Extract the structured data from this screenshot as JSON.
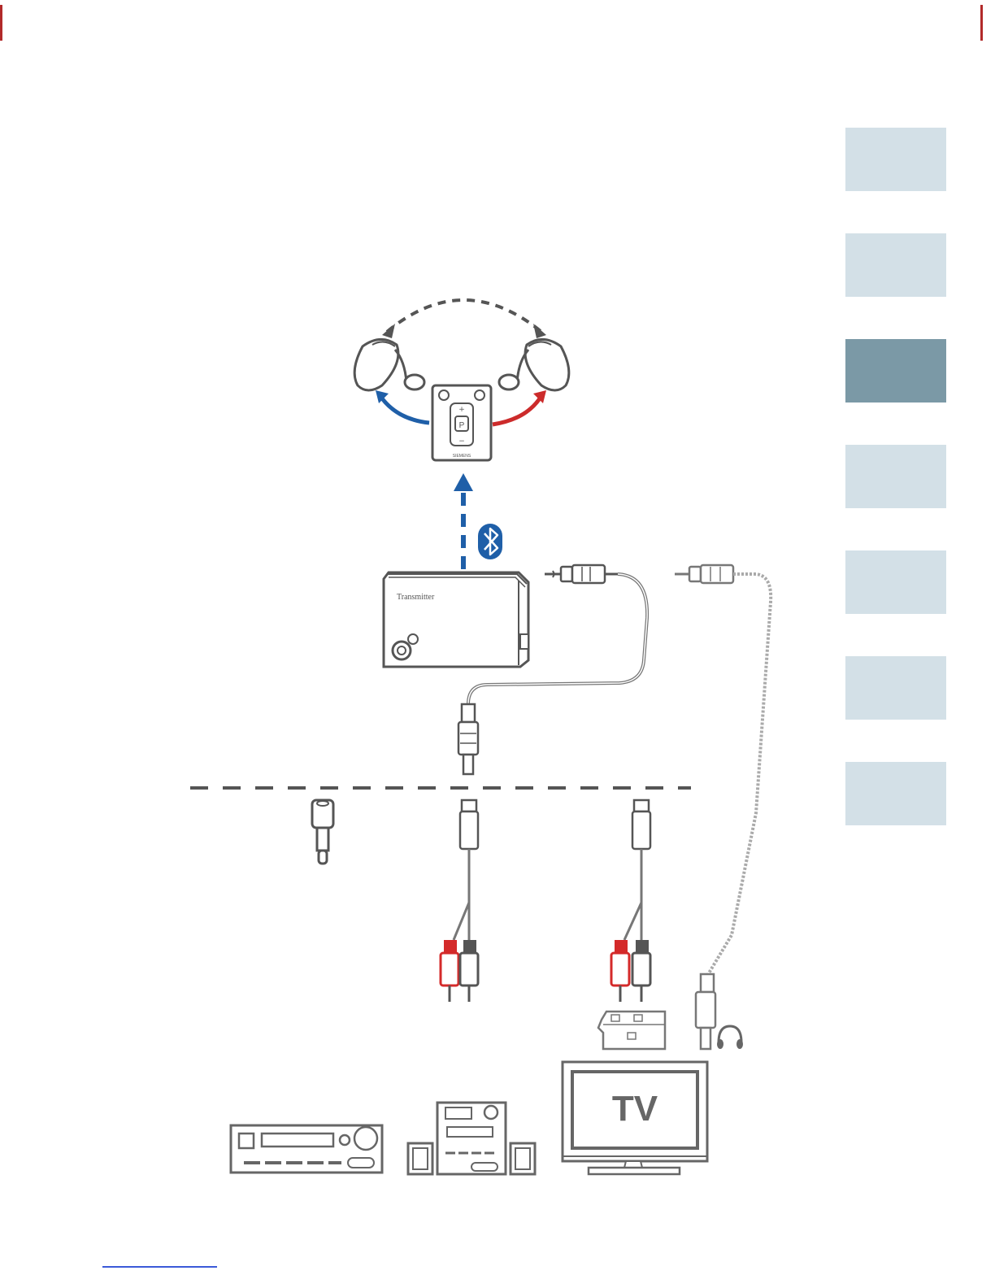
{
  "colors": {
    "tab_inactive": "#d3e0e7",
    "tab_active": "#7b99a6",
    "rule_red": "#b22a2a",
    "link_blue": "#3b5ad8",
    "bluetooth_blue": "#1f5fa8",
    "arrow_blue": "#1f5fa8",
    "arrow_red": "#cc2b2b",
    "rca_red": "#d42a2a",
    "line_gray": "#555555"
  },
  "section_tabs": [
    {
      "state": "inactive"
    },
    {
      "state": "inactive"
    },
    {
      "state": "active"
    },
    {
      "state": "inactive"
    },
    {
      "state": "inactive"
    },
    {
      "state": "inactive"
    },
    {
      "state": "inactive"
    }
  ],
  "diagram": {
    "transmitter_label": "Transmitter",
    "remote_brand": "SIEMENS",
    "remote_center_key": "P",
    "tv_label": "TV",
    "wireless_icon": "bluetooth-icon",
    "headphone_icon": "headphones-icon"
  }
}
